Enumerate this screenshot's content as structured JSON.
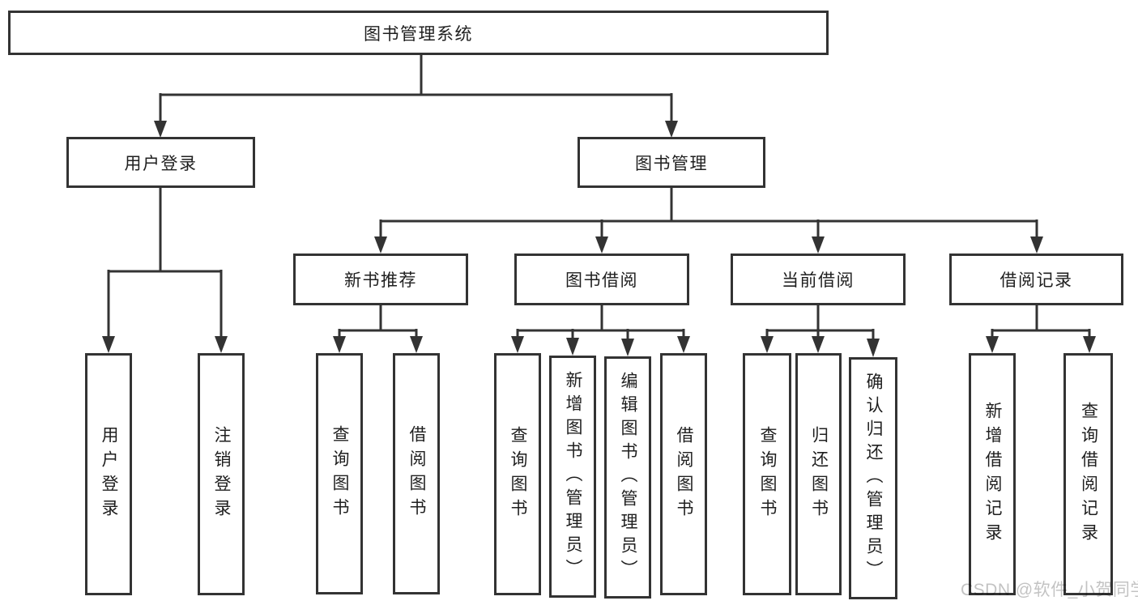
{
  "colors": {
    "line": "#333333",
    "text": "#1f1f1f",
    "box_background": "#ffffff",
    "watermark": "#c3c3c3"
  },
  "diagram": {
    "root": {
      "label": "图书管理系统"
    },
    "level2": [
      {
        "label": "用户登录"
      },
      {
        "label": "图书管理"
      }
    ],
    "level3": [
      {
        "label": "新书推荐"
      },
      {
        "label": "图书借阅"
      },
      {
        "label": "当前借阅"
      },
      {
        "label": "借阅记录"
      }
    ],
    "leaves": {
      "user_login": [
        "用户登录",
        "注销登录"
      ],
      "new_book": [
        "查询图书",
        "借阅图书"
      ],
      "book_borrow": [
        "查询图书",
        "新增图书（管理员）",
        "编辑图书（管理员）",
        "借阅图书"
      ],
      "current_borrow": [
        "查询图书",
        "归还图书",
        "确认归还（管理员）"
      ],
      "borrow_record": [
        "新增借阅记录",
        "查询借阅记录"
      ]
    }
  },
  "watermark": {
    "text": "CSDN @软件_小贺同学"
  }
}
